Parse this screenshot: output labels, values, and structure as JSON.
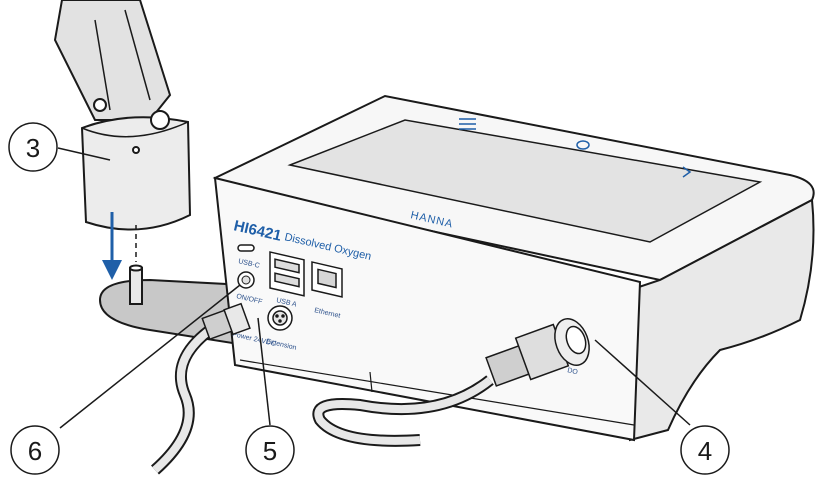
{
  "callouts": [
    "3",
    "6",
    "5",
    "4"
  ],
  "device": {
    "model": "HI6421",
    "subtitle": "Dissolved Oxygen",
    "logo": "HANNA",
    "ports": {
      "usb_c": "USB-C",
      "on_off": "ON/OFF",
      "usb_a": "USB A",
      "ethernet": "Ethernet",
      "power": "Power 24VDC",
      "extension": "Extension",
      "do": "DO"
    }
  },
  "colors": {
    "device_body": "#f4f4f4",
    "outline": "#1a1a1a",
    "screen": "#e6e6e6",
    "brand": "#1f5fa8",
    "arrow": "#1f5fa8",
    "cable": "#d9d9d9"
  }
}
